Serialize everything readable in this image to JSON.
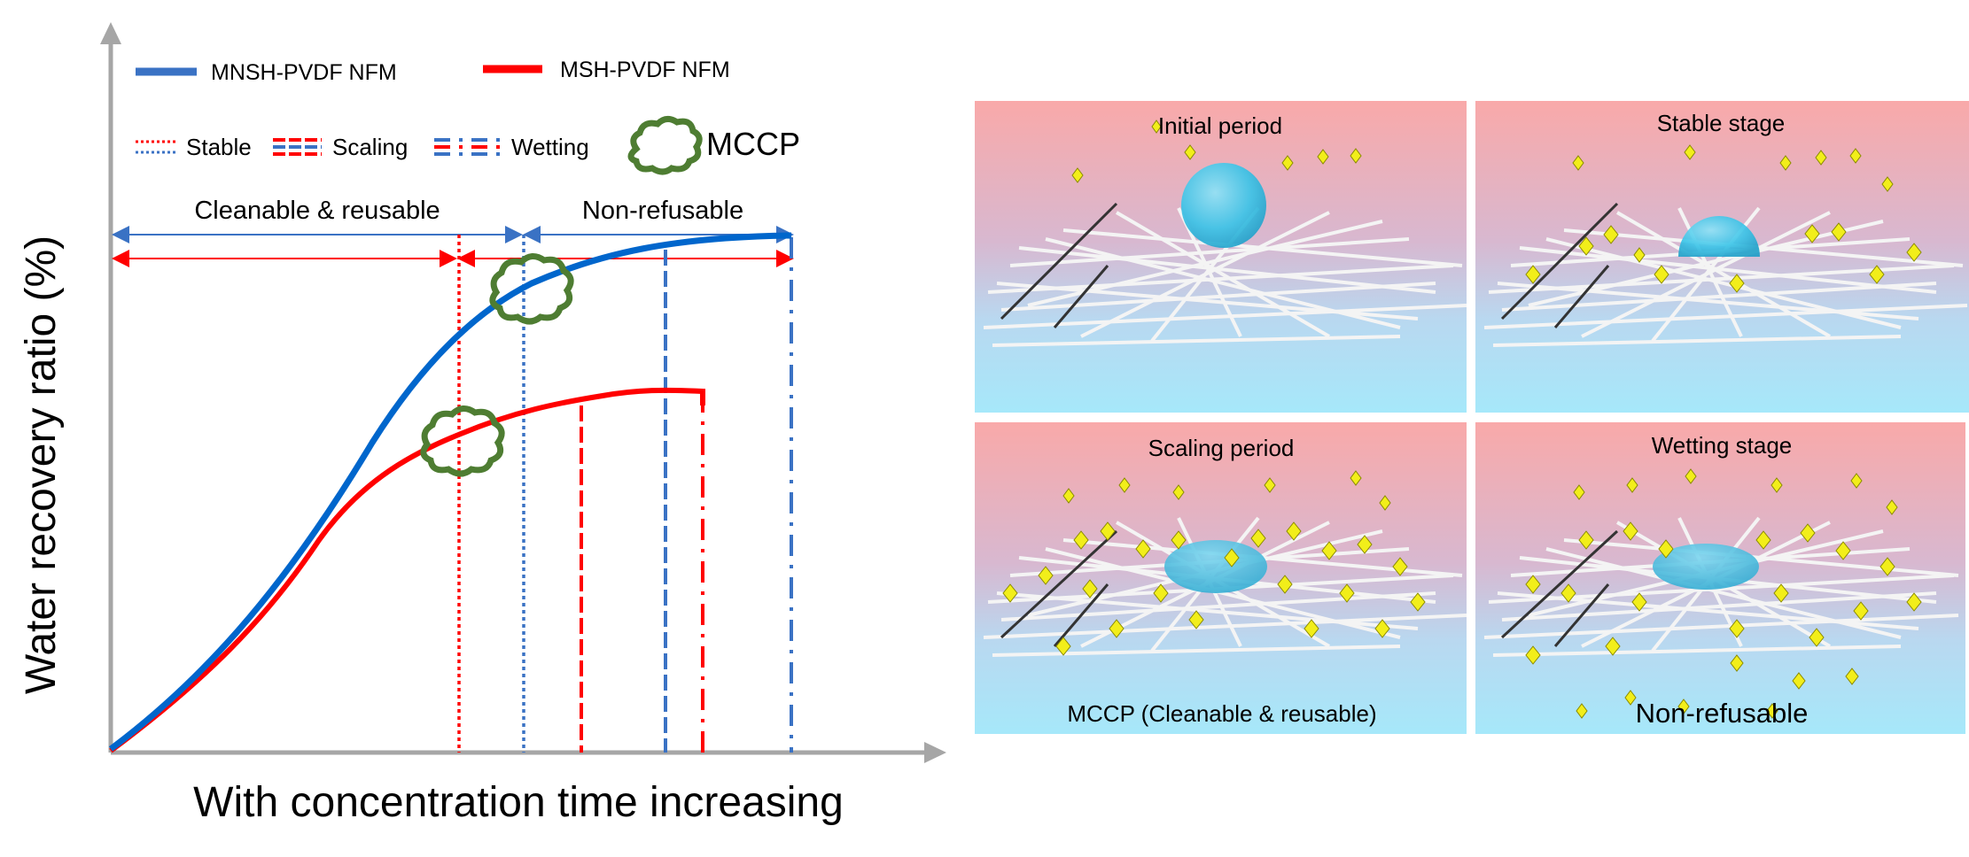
{
  "chart_data": {
    "type": "line",
    "xlabel": "With concentration time increasing",
    "ylabel": "Water recovery ratio (%)",
    "series": [
      {
        "name": "MNSH-PVDF NFM",
        "color": "#3A72C4"
      },
      {
        "name": "MSH-PVDF NFM",
        "color": "#FF0000"
      }
    ],
    "line_style_legend": [
      "Stable",
      "Scaling",
      "Wetting"
    ],
    "mccp_legend": "MCCP",
    "region_labels": [
      "Cleanable & reusable",
      "Non-refusable"
    ]
  },
  "panels": [
    {
      "title": "Initial period",
      "caption": ""
    },
    {
      "title": "Stable stage",
      "caption": ""
    },
    {
      "title": "Scaling period",
      "caption": "MCCP (Cleanable & reusable)"
    },
    {
      "title": "Wetting stage",
      "caption": "Non-refusable"
    }
  ],
  "colors": {
    "blue": "#3A72C4",
    "red": "#FF0000",
    "mccp_green": "#4E7D32",
    "axis_gray": "#A6A6A6",
    "panel_top_pink": "#F9A9A9",
    "panel_bottom_cyan": "#A6E8FA",
    "droplet": "#38C4E8",
    "crystal": "#F2EE1A"
  }
}
